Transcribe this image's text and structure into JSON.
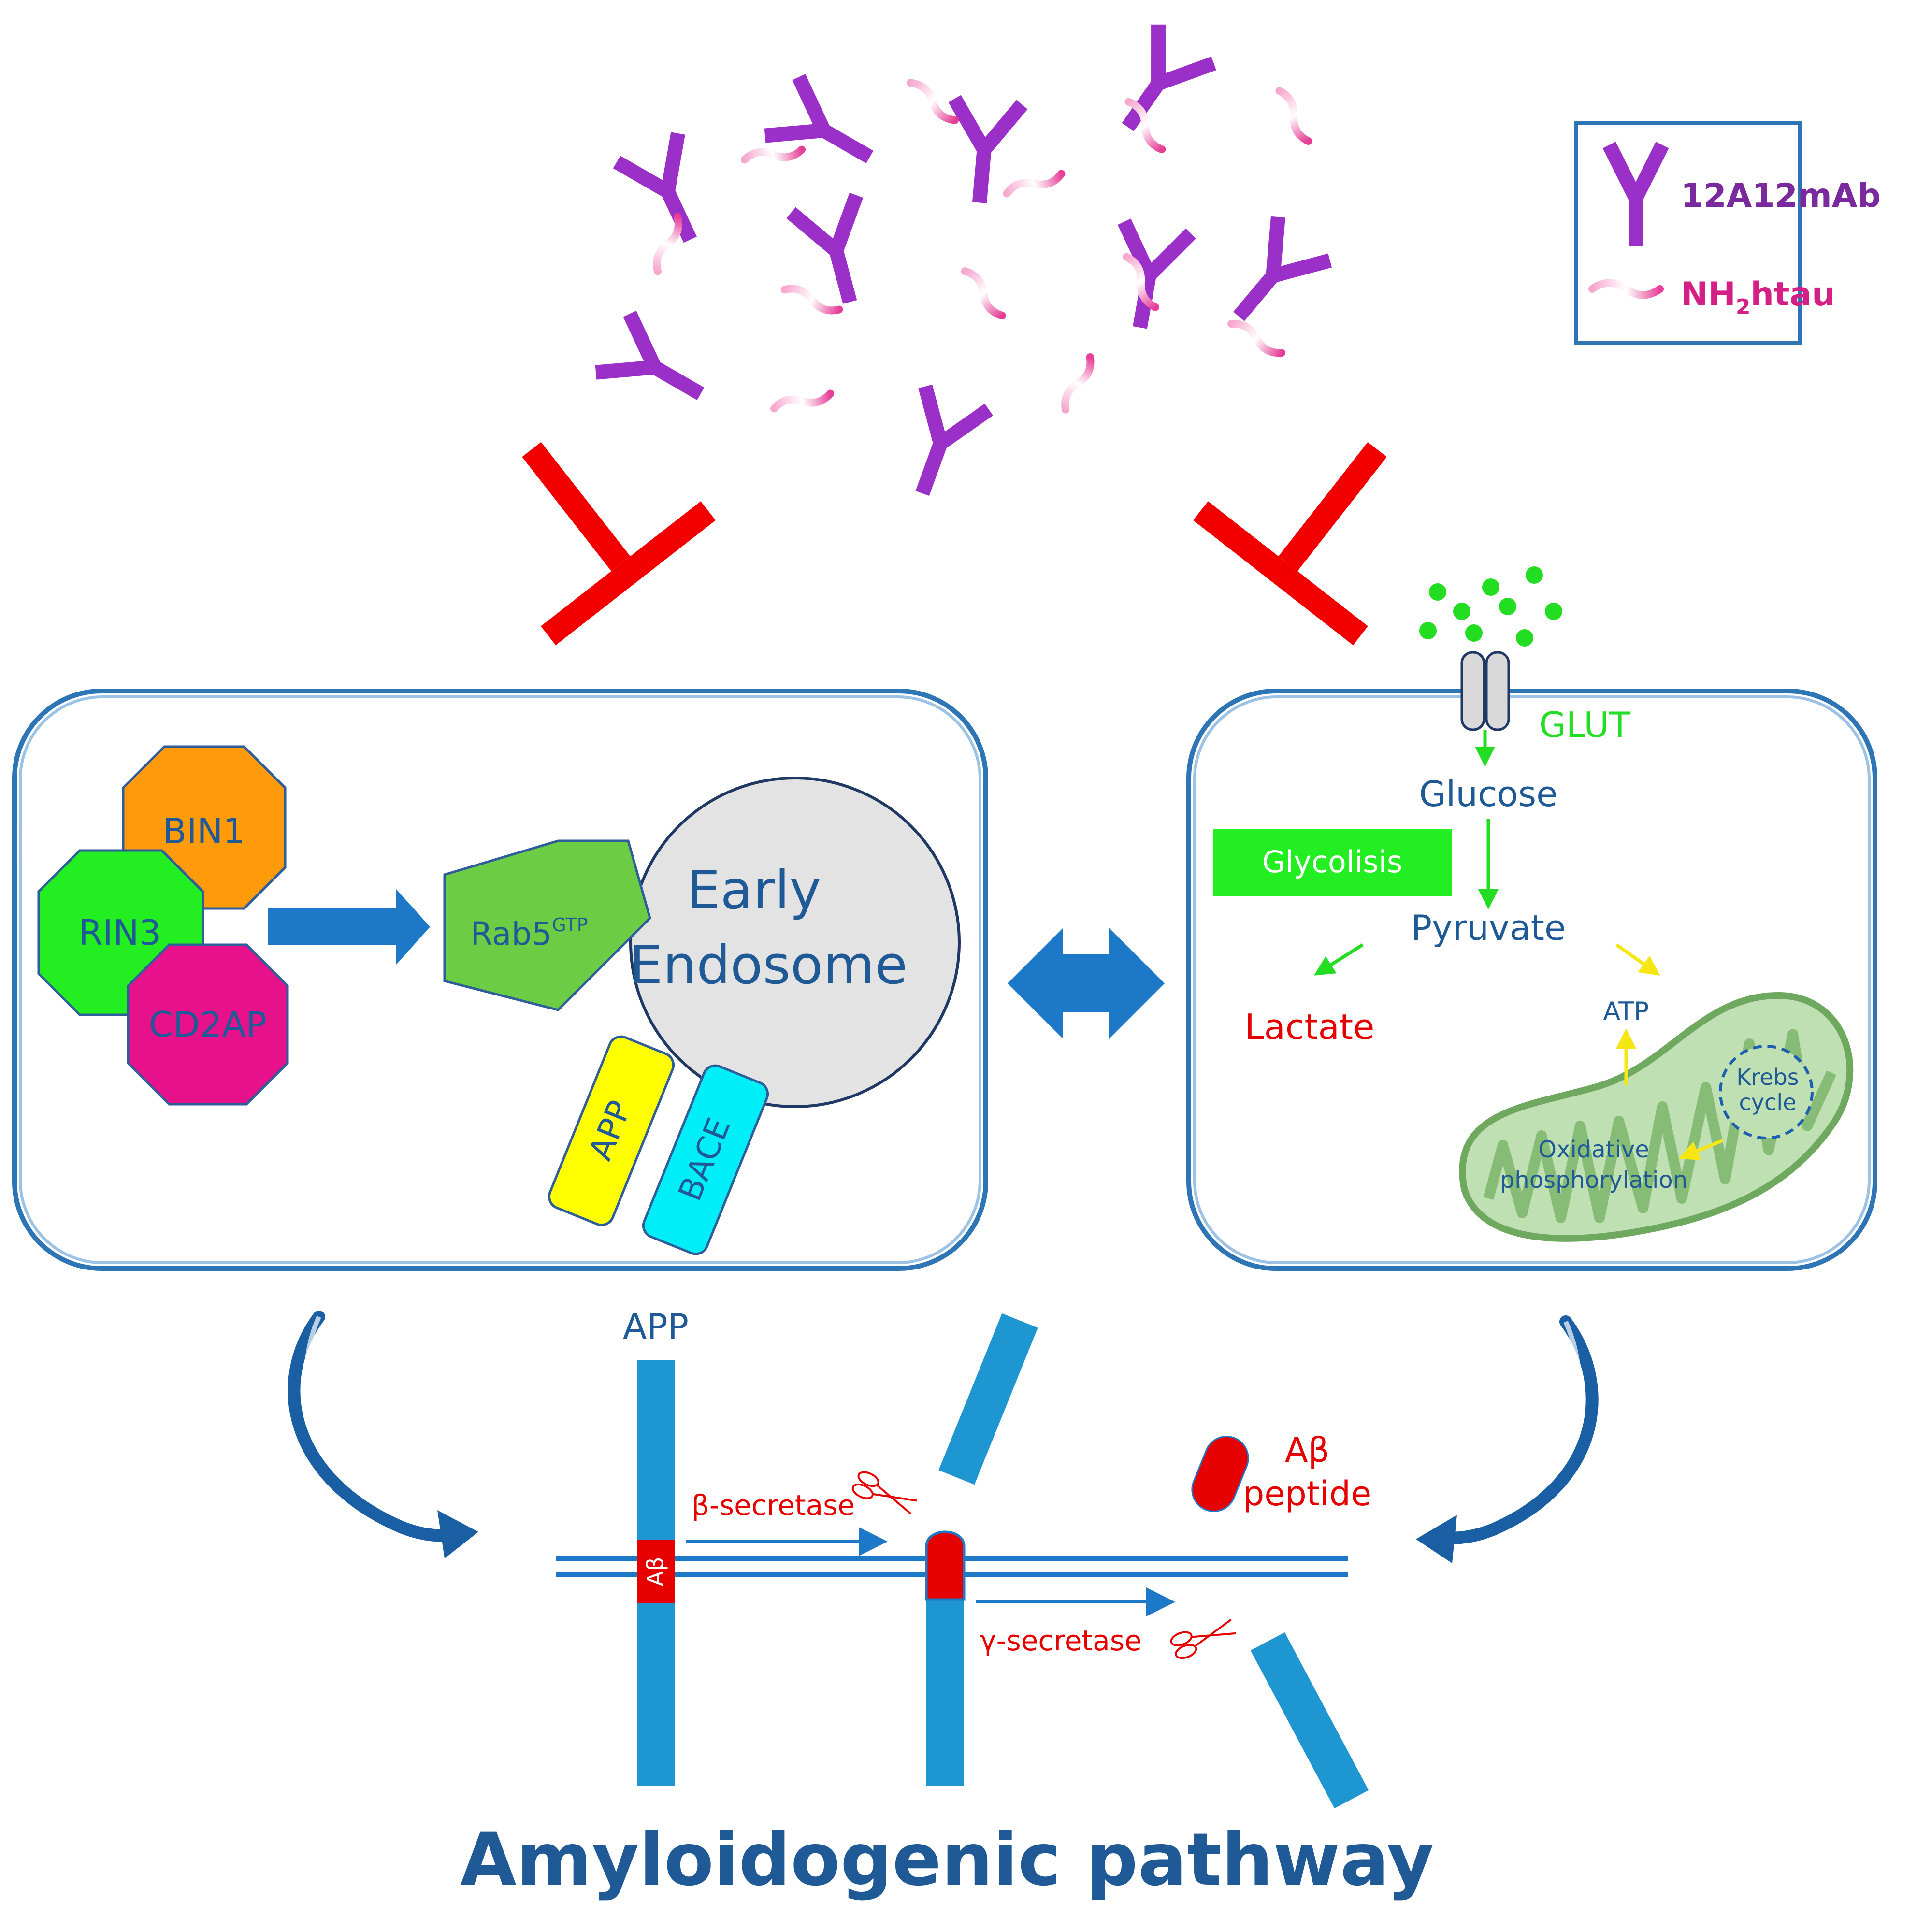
{
  "legend": {
    "antibody_label": "12A12mAb",
    "tau_label_main": "NH",
    "tau_label_sub": "2",
    "tau_label_tail": "htau"
  },
  "left_panel": {
    "bin1": "BIN1",
    "rin3": "RIN3",
    "cd2ap": "CD2AP",
    "rab5_main": "Rab5",
    "rab5_sup": "GTP",
    "endosome_line1": "Early",
    "endosome_line2": "Endosome",
    "app": "APP",
    "bace": "BACE"
  },
  "right_panel": {
    "glut": "GLUT",
    "glucose": "Glucose",
    "glycolisis": "Glycolisis",
    "pyruvate": "Pyruvate",
    "lactate": "Lactate",
    "atp": "ATP",
    "krebs_line1": "Krebs",
    "krebs_line2": "cycle",
    "oxphos_line1": "Oxidative",
    "oxphos_line2": "phosphorylation"
  },
  "bottom": {
    "app_label": "APP",
    "abeta_short": "Aβ",
    "beta_secretase": "β-secretase",
    "gamma_secretase": "γ-secretase",
    "abeta_peptide_line1": "Aβ",
    "abeta_peptide_line2": "peptide",
    "pathway_title": "Amyloidogenic pathway"
  },
  "colors": {
    "antibody": "#9B30C8",
    "inhibition": "#F20000",
    "panel_border": "#2E75B6",
    "text_blue": "#1F5A96",
    "app_bar": "#1E96D2",
    "abeta": "#E60000",
    "glucose_green": "#22DD22",
    "bin1": "#FF9A0A",
    "rin3": "#22EE22",
    "cd2ap": "#E8118C",
    "rab5": "#6CCC44",
    "app_box": "#FFFF00",
    "bace_box": "#00EEF8",
    "endosome": "#E3E3E3",
    "mito": "#9CC98C",
    "yellow_arrow": "#F5E614"
  }
}
